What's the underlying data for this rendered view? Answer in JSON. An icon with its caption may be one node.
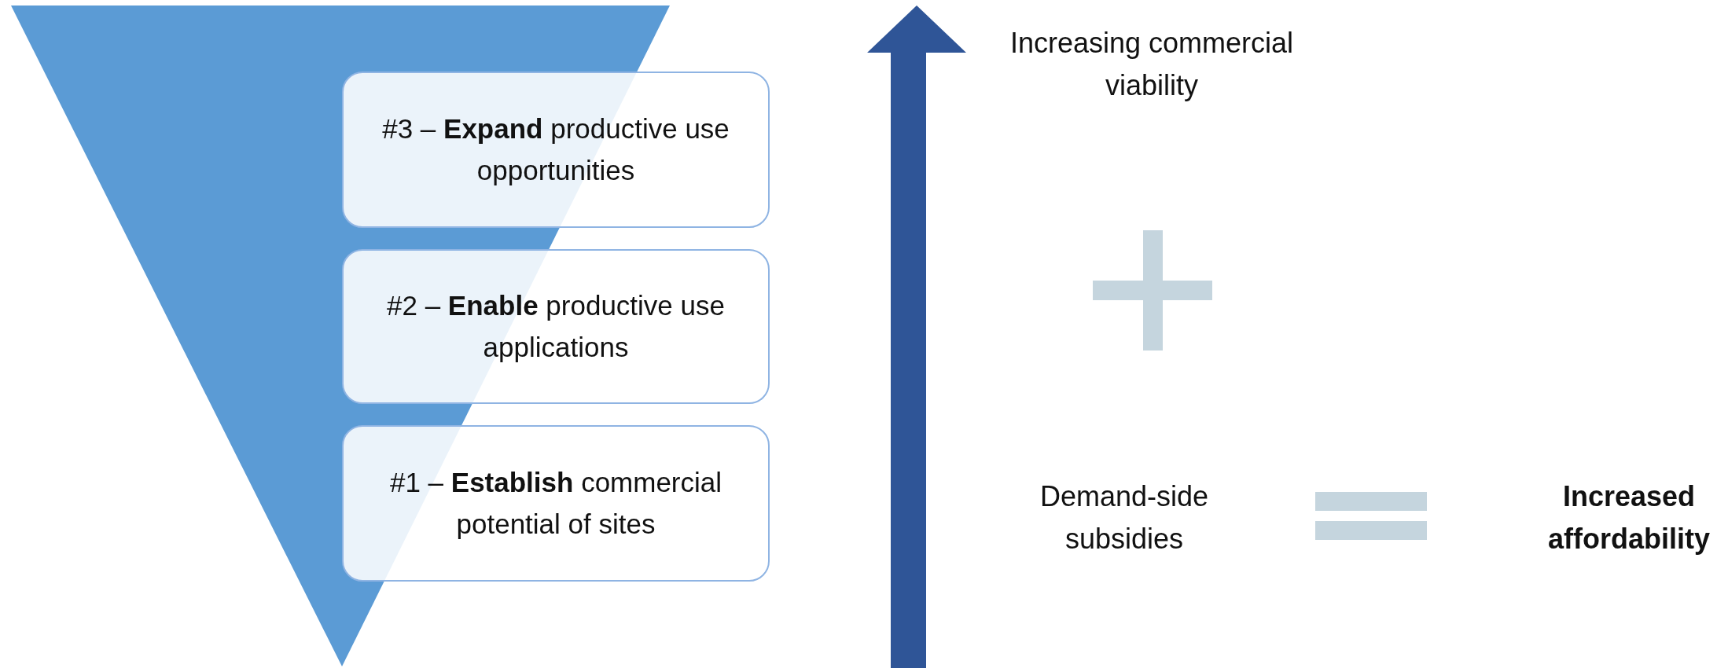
{
  "diagram": {
    "nodes": [
      {
        "text": [
          "#3 – **Expand** productive use opportunities"
        ]
      },
      {
        "text": [
          "#2 – **Enable** productive use applications"
        ]
      },
      {
        "text": [
          "#1 – **Establish** commercial potential of sites"
        ]
      }
    ],
    "labels": [
      "Increasing commercial viability",
      "Demand-side subsidies",
      "Increased affordability"
    ]
  }
}
